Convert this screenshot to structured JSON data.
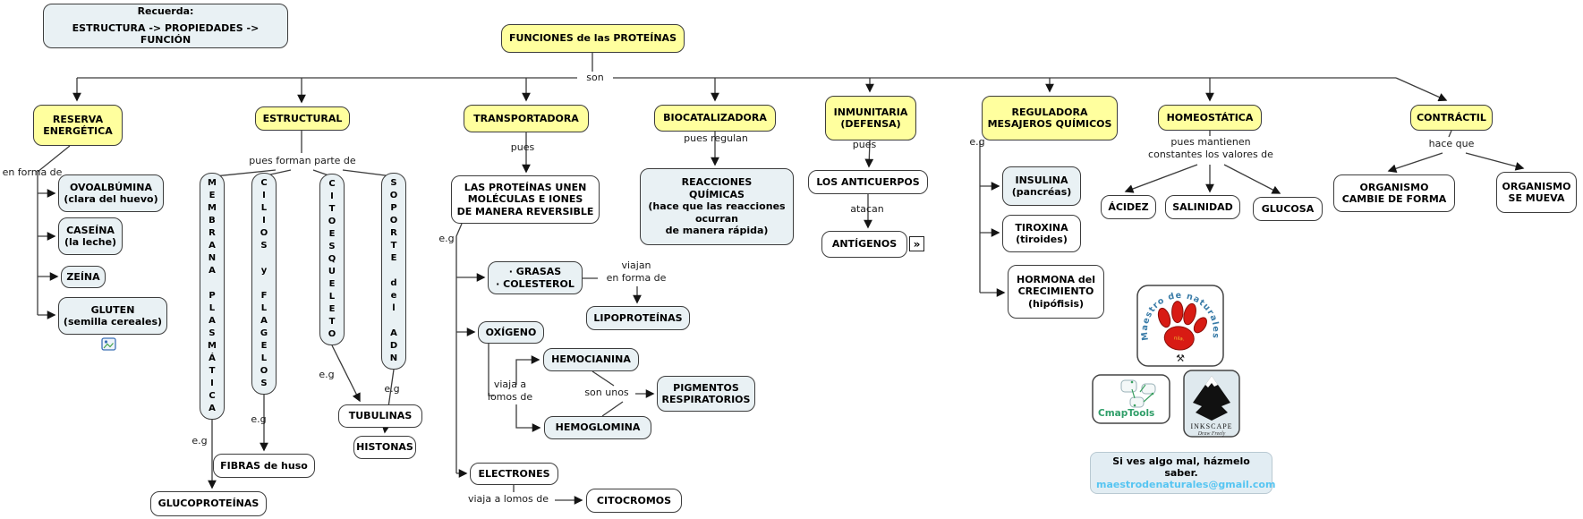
{
  "note": {
    "title": "Recuerda:",
    "body": "ESTRUCTURA -> PROPIEDADES -> FUNCIÓN"
  },
  "root": {
    "label": "FUNCIONES de las PROTEÍNAS"
  },
  "connectors": {
    "son": "son",
    "en_forma_de": "en forma de",
    "pues_forman": "pues forman parte de",
    "pues_transp": "pues",
    "pues_regulan": "pues regulan",
    "pues_inmun": "pues",
    "atacan": "atacan",
    "eg": "e.g",
    "viajan_en_forma": "viajan\nen forma de",
    "viaja_a_lomos": "viaja a\nlomos de",
    "son_unos": "son unos",
    "viaja_a_lomos_de": "viaja a lomos de",
    "pues_mantienen": "pues mantienen\nconstantes los valores de",
    "hace_que": "hace que"
  },
  "nodes": {
    "reserva": {
      "label": "RESERVA\nENERGÉTICA"
    },
    "estructural": {
      "label": "ESTRUCTURAL"
    },
    "transportadora": {
      "label": "TRANSPORTADORA"
    },
    "biocatalizadora": {
      "label": "BIOCATALIZADORA"
    },
    "inmunitaria": {
      "label": "INMUNITARIA\n(DEFENSA)"
    },
    "reguladora": {
      "label": "REGULADORA\nMESAJEROS QUÍMICOS"
    },
    "homeostatica": {
      "label": "HOMEOSTÁTICA"
    },
    "contractil": {
      "label": "CONTRÁCTIL"
    },
    "ovoalbumina": {
      "label": "OVOALBÚMINA\n(clara del huevo)"
    },
    "caseina": {
      "label": "CASEÍNA\n(la leche)"
    },
    "zeina": {
      "label": "ZEÍNA"
    },
    "gluten": {
      "label": "GLUTEN\n(semilla cereales)"
    },
    "membrana": {
      "label": "MEMBRANA PLASMÁTICA"
    },
    "cilios": {
      "label": "CILIOS y FLAGELOS"
    },
    "citoesqueleto": {
      "label": "CITOESQUELETO"
    },
    "soporte": {
      "label": "SOPORTE del ADN"
    },
    "glucoproteinas": {
      "label": "GLUCOPROTEÍNAS"
    },
    "fibras": {
      "label": "FIBRAS de huso"
    },
    "tubulinas": {
      "label": "TUBULINAS"
    },
    "histonas": {
      "label": "HISTONAS"
    },
    "proteinas_unen": {
      "label": "LAS PROTEÍNAS UNEN\nMOLÉCULAS E IONES\nDE MANERA REVERSIBLE"
    },
    "grasas": {
      "label": "· GRASAS\n· COLESTEROL"
    },
    "lipoproteinas": {
      "label": "LIPOPROTEÍNAS"
    },
    "oxigeno": {
      "label": "OXÍGENO"
    },
    "hemocianina": {
      "label": "HEMOCIANINA"
    },
    "hemoglomina": {
      "label": "HEMOGLOMINA"
    },
    "pigmentos": {
      "label": "PIGMENTOS\nRESPIRATORIOS"
    },
    "electrones": {
      "label": "ELECTRONES"
    },
    "citocromos": {
      "label": "CITOCROMOS"
    },
    "reacciones": {
      "label": "REACCIONES\nQUÍMICAS\n(hace que las reacciones\nocurran\nde manera rápida)"
    },
    "anticuerpos": {
      "label": "LOS ANTICUERPOS"
    },
    "antigenos": {
      "label": "ANTÍGENOS"
    },
    "insulina": {
      "label": "INSULINA\n(pancréas)"
    },
    "tiroxina": {
      "label": "TIROXINA\n(tiroides)"
    },
    "hormona": {
      "label": "HORMONA del\nCRECIMIENTO\n(hipófisis)"
    },
    "acidez": {
      "label": "ÁCIDEZ"
    },
    "salinidad": {
      "label": "SALINIDAD"
    },
    "glucosa": {
      "label": "GLUCOSA"
    },
    "organismo_forma": {
      "label": "ORGANISMO\nCAMBIE DE FORMA"
    },
    "organismo_mueva": {
      "label": "ORGANISMO\nSE MUEVA"
    }
  },
  "icons": {
    "resource_chevron_glyph": "»",
    "hammers_glyph": "⚒"
  },
  "logos": {
    "maestro_arc": "Maestro de naturales",
    "maestro_pad": "nila.",
    "cmaptools": "CmapTools",
    "inkscape": "INKSCAPE",
    "inkscape_sub": "Draw Freely"
  },
  "contact": {
    "line1": "Si ves algo mal, házmelo saber.",
    "email": "maestrodenaturales@gmail.com"
  },
  "colors": {
    "branch_yellow": "#ffff9e",
    "node_light": "#e9f1f4",
    "email_blue": "#56c5f2",
    "paw_red": "#d81b14"
  }
}
